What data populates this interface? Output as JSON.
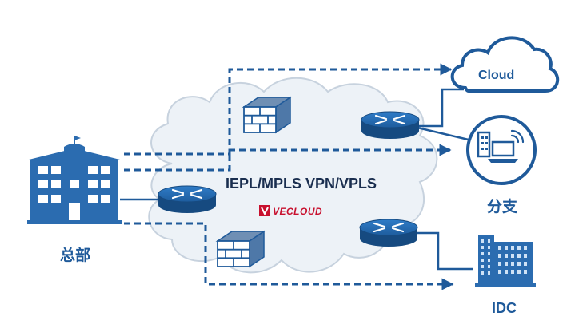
{
  "diagram": {
    "center_label": "IEPL/MPLS  VPN/VPLS",
    "brand": "VECLOUD",
    "nodes": {
      "hq": {
        "label": "总部",
        "icon": "building-icon"
      },
      "cloud": {
        "label": "Cloud",
        "icon": "cloud-icon"
      },
      "branch": {
        "label": "分支",
        "icon": "laptop-wifi-icon"
      },
      "idc": {
        "label": "IDC",
        "icon": "datacenter-icon"
      }
    }
  },
  "colors": {
    "primary": "#1f5a9a",
    "icon_blue": "#2b6cb0",
    "cloud_fill": "#edf2f7",
    "cloud_stroke": "#c7d2de",
    "brand_red": "#c8102e"
  }
}
